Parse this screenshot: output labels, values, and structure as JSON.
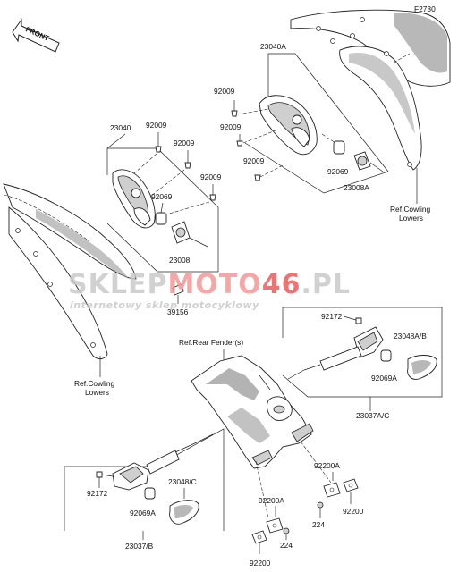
{
  "diagram_code": "F2730",
  "front_label": "FRONT",
  "watermark": {
    "brand_part1": "SKLEP",
    "brand_part2": "MOTO",
    "brand_part3": "46",
    "brand_part4": ".PL",
    "tagline": "internetowy sklep motocyklowy"
  },
  "labels": {
    "l_23040A": "23040A",
    "l_92009_a": "92009",
    "l_92009_b": "92009",
    "l_92009_c": "92009",
    "l_92069_r": "92069",
    "l_23008A": "23008A",
    "l_ref_cowl_r_1": "Ref.Cowling",
    "l_ref_cowl_r_2": "Lowers",
    "l_23040": "23040",
    "l_92009_d": "92009",
    "l_92009_e": "92009",
    "l_92009_f": "92009",
    "l_92069_l": "92069",
    "l_23008": "23008",
    "l_39156": "39156",
    "l_ref_cowl_l_1": "Ref.Cowling",
    "l_ref_cowl_l_2": "Lowers",
    "l_ref_fender": "Ref.Rear Fender(s)",
    "l_92172_r": "92172",
    "l_23048AB": "23048A/B",
    "l_92069A_r": "92069A",
    "l_23037AC": "23037A/C",
    "l_92172_l": "92172",
    "l_23048C": "23048/C",
    "l_92069A_l": "92069A",
    "l_23037B": "23037/B",
    "l_92200A_r": "92200A",
    "l_224_r": "224",
    "l_92200_r": "92200",
    "l_92200A_l": "92200A",
    "l_224_l": "224",
    "l_92200_l": "92200"
  }
}
